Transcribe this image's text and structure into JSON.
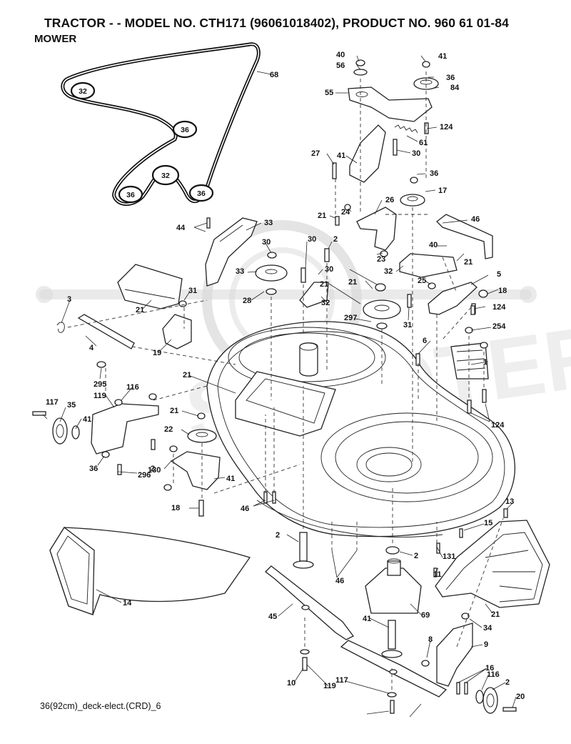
{
  "header": {
    "title": "TRACTOR - - MODEL NO. CTH171 (96061018402), PRODUCT NO. 960 61 01-84",
    "subtitle": "MOWER"
  },
  "footer": {
    "code": "36(92cm)_deck-elect.(CRD)_6"
  },
  "belt_pulleys": [
    "32",
    "36",
    "32",
    "36",
    "36"
  ],
  "callouts": [
    "68",
    "40",
    "56",
    "41",
    "36",
    "84",
    "55",
    "124",
    "61",
    "30",
    "27",
    "41",
    "36",
    "17",
    "21",
    "24",
    "26",
    "46",
    "44",
    "33",
    "30",
    "30",
    "2",
    "40",
    "21",
    "23",
    "32",
    "33",
    "30",
    "21",
    "25",
    "5",
    "3",
    "21",
    "31",
    "28",
    "32",
    "21",
    "18",
    "124",
    "31",
    "297",
    "254",
    "6",
    "4",
    "19",
    "295",
    "1",
    "21",
    "116",
    "117",
    "35",
    "119",
    "41",
    "36",
    "21",
    "22",
    "2",
    "41",
    "296",
    "130",
    "124",
    "46",
    "18",
    "13",
    "15",
    "2",
    "2",
    "46",
    "131",
    "11",
    "14",
    "45",
    "69",
    "21",
    "41",
    "34",
    "8",
    "9",
    "10",
    "119",
    "117",
    "116",
    "2",
    "20",
    "16"
  ]
}
